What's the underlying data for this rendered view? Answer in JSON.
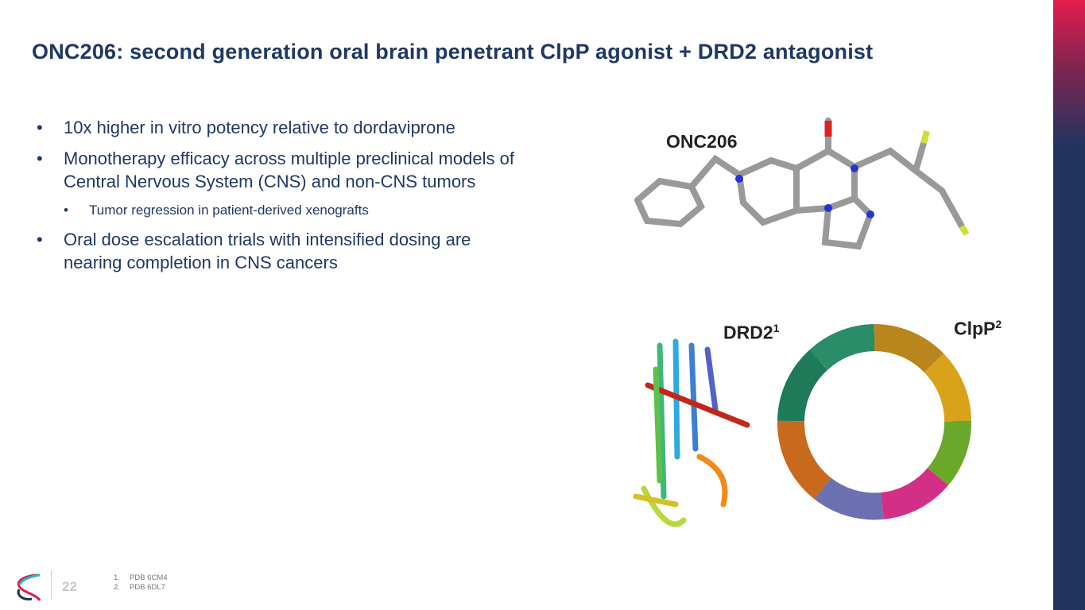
{
  "title": "ONC206: second generation oral brain penetrant ClpP agonist + DRD2 antagonist",
  "bullets": [
    "10x higher in vitro potency relative to dordaviprone",
    "Monotherapy efficacy across multiple preclinical models of Central Nervous System (CNS)  and non-CNS tumors",
    "Tumor regression in patient-derived xenografts",
    "Oral dose escalation trials with intensified dosing are nearing completion  in CNS cancers"
  ],
  "labels": {
    "molecule": "ONC206",
    "drd2": "DRD2",
    "drd2_ref": "1",
    "clpp": "ClpP",
    "clpp_ref": "2"
  },
  "footer": {
    "page": "22",
    "notes": [
      {
        "num": "1.",
        "text": "PDB 6CM4"
      },
      {
        "num": "2.",
        "text": "PDB 6DL7"
      }
    ]
  },
  "colors": {
    "title": "#1f3864",
    "bar_top": "#e31d4f",
    "bar_bottom": "#1f355e"
  }
}
